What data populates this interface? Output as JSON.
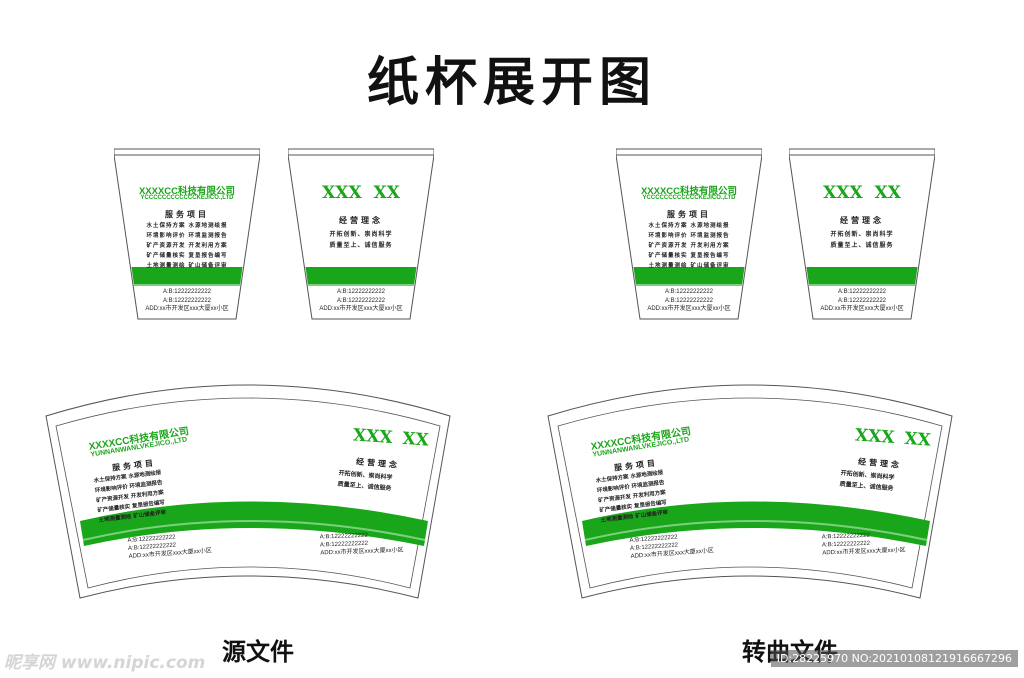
{
  "title": "纸杯展开图",
  "colors": {
    "green": "#1aa61a",
    "ink": "#222222",
    "outline": "#555555"
  },
  "company": {
    "name": "XXXXCC科技有限公司",
    "name_en_cup": "YCCCCCCCCCCCCKEJICO.,LTD",
    "name_en_fan": "YUNNANWANLVKEJICO.,LTD"
  },
  "services": {
    "title": "服务项目",
    "lines": [
      "水土保持方案 水源地测绘报",
      "环境影响评价 环境监测报告",
      "矿产资源开发 开发利用方案",
      "矿产储量核实 复垦报告编写",
      "土地测量测绘 矿山储备评审"
    ]
  },
  "brand": "XXX XX",
  "philosophy": {
    "title": "经营理念",
    "lines": [
      "开拓创新、崇尚科学",
      "质量至上、诚信服务"
    ]
  },
  "contact": {
    "phone_a": "A:B:12222222222",
    "phone_b": "A:B:12222222222",
    "address": "ADD:xx市开发区xxx大厦xx小区"
  },
  "captions": {
    "source": "源文件",
    "curves": "转曲文件"
  },
  "watermark": {
    "site": "昵享网 www.nipic.com",
    "id": "ID:28225970 NO:20210108121916667296"
  }
}
